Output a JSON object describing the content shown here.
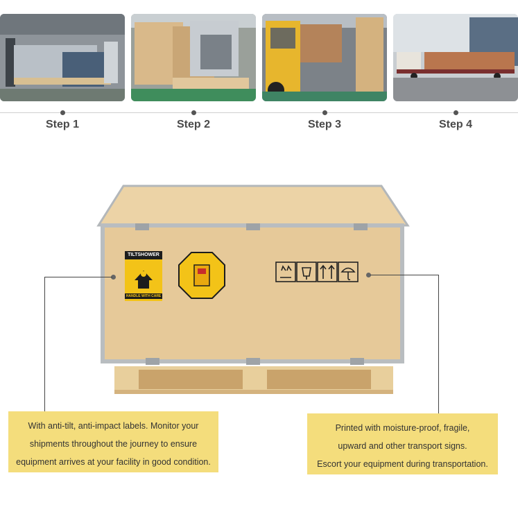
{
  "steps": [
    {
      "label": "Step 1",
      "photo": "machinery-wrapped-on-pallet"
    },
    {
      "label": "Step 2",
      "photo": "wooden-crate-assembly"
    },
    {
      "label": "Step 3",
      "photo": "forklift-loading-crate"
    },
    {
      "label": "Step 4",
      "photo": "truck-transport"
    }
  ],
  "crate_labels": {
    "tilt_brand": "TILTSHOWER",
    "tilt_caption": "HANDLE WITH CARE"
  },
  "callouts": {
    "left": {
      "lines": [
        "With anti-tilt, anti-impact labels. Monitor your",
        "shipments throughout the journey to ensure",
        "equipment arrives at your facility in good condition."
      ]
    },
    "right": {
      "lines": [
        "Printed with moisture-proof, fragile,",
        "upward and other transport signs.",
        "Escort your equipment during transportation."
      ]
    }
  },
  "colors": {
    "callout_bg": "#f4dd7c",
    "wood": "#e6c999",
    "metal": "#b8bcbf",
    "label_yellow": "#f3c318"
  }
}
